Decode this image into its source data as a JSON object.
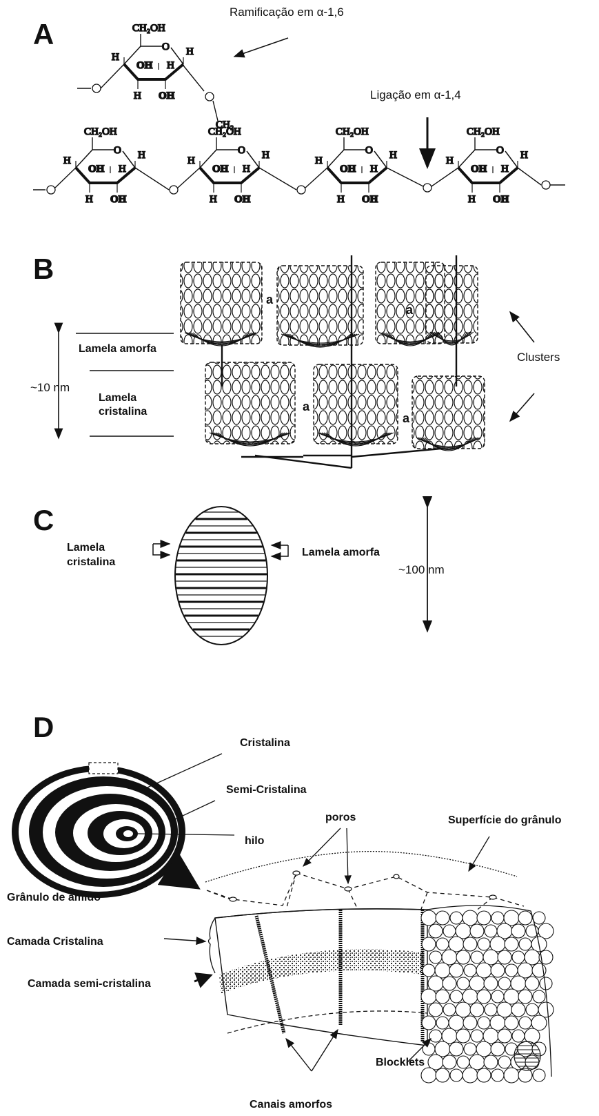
{
  "panels": {
    "a": "A",
    "b": "B",
    "c": "C",
    "d": "D"
  },
  "panel_a": {
    "branch_label": "Ramificação em α-1,6",
    "link_label": "Ligação em α-1,4",
    "atoms": {
      "ch2oh": "CH₂OH",
      "ch2": "CH₂",
      "h": "H",
      "oh": "OH",
      "o": "O"
    }
  },
  "panel_b": {
    "amorphous_lamella": "Lamela amorfa",
    "crystalline_lamella_line1": "Lamela",
    "crystalline_lamella_line2": "cristalina",
    "scale": "~10 nm",
    "clusters": "Clusters",
    "amorphous_mark": "a"
  },
  "panel_c": {
    "crystalline_line1": "Lamela",
    "crystalline_line2": "cristalina",
    "amorphous": "Lamela amorfa",
    "scale": "~100 nm"
  },
  "panel_d": {
    "crystalline": "Cristalina",
    "semicrystalline": "Semi-Cristalina",
    "hilum": "hilo",
    "pores": "poros",
    "surface": "Superfície do grânulo",
    "granule": "Grânulo de amido",
    "crystalline_layer": "Camada Cristalina",
    "semicrystalline_layer": "Camada semi-cristalina",
    "blocklets": "Blocklets",
    "amorphous_channels": "Canais amorfos"
  }
}
